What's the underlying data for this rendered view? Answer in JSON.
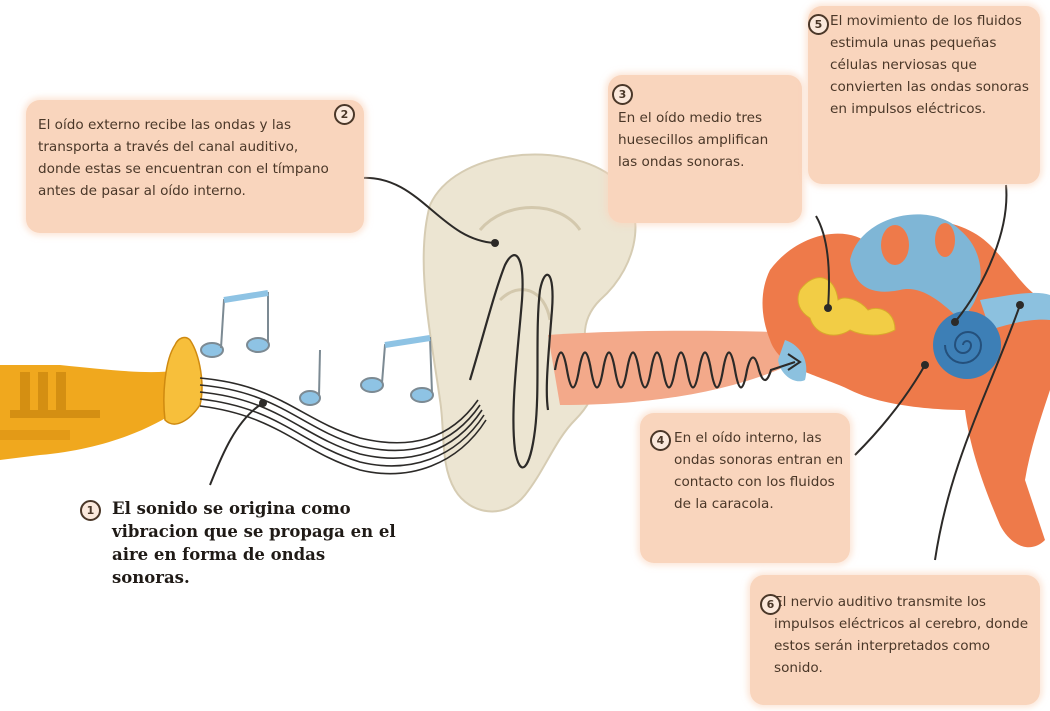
{
  "steps": [
    {
      "num": "1",
      "text": "El sonido se origina como vibracion que se propaga en el aire en forma de ondas sonoras."
    },
    {
      "num": "2",
      "text": "El oído externo recibe las ondas y las transporta a través del canal auditivo, donde estas se encuentran con el tímpano antes de pasar al oído interno."
    },
    {
      "num": "3",
      "text": "En el oído medio tres huesecillos amplifican las ondas sonoras."
    },
    {
      "num": "4",
      "text": "En el oído interno, las ondas sonoras entran en contacto con los fluidos de la caracola."
    },
    {
      "num": "5",
      "text": "El movimiento de los fluidos estimula unas pequeñas células nerviosas que convierten las ondas sonoras en impulsos eléctricos."
    },
    {
      "num": "6",
      "text": "El nervio auditivo transmite los impulsos eléctricos al cerebro, donde estos serán interpretados como sonido."
    }
  ],
  "colors": {
    "box_fill": "#f9d5bd",
    "ear_fill": "#ece5d2",
    "canal_fill": "#f3a98a",
    "inner_ear_orange": "#ee7a4a",
    "inner_ear_blue": "#7fb6d6",
    "cochlea_blue": "#3d7fb6",
    "ossicles_yellow": "#f2cd45",
    "trumpet_gold": "#f0a81e",
    "note_blue": "#8ec3e4",
    "leader_line": "#2c2a28"
  }
}
